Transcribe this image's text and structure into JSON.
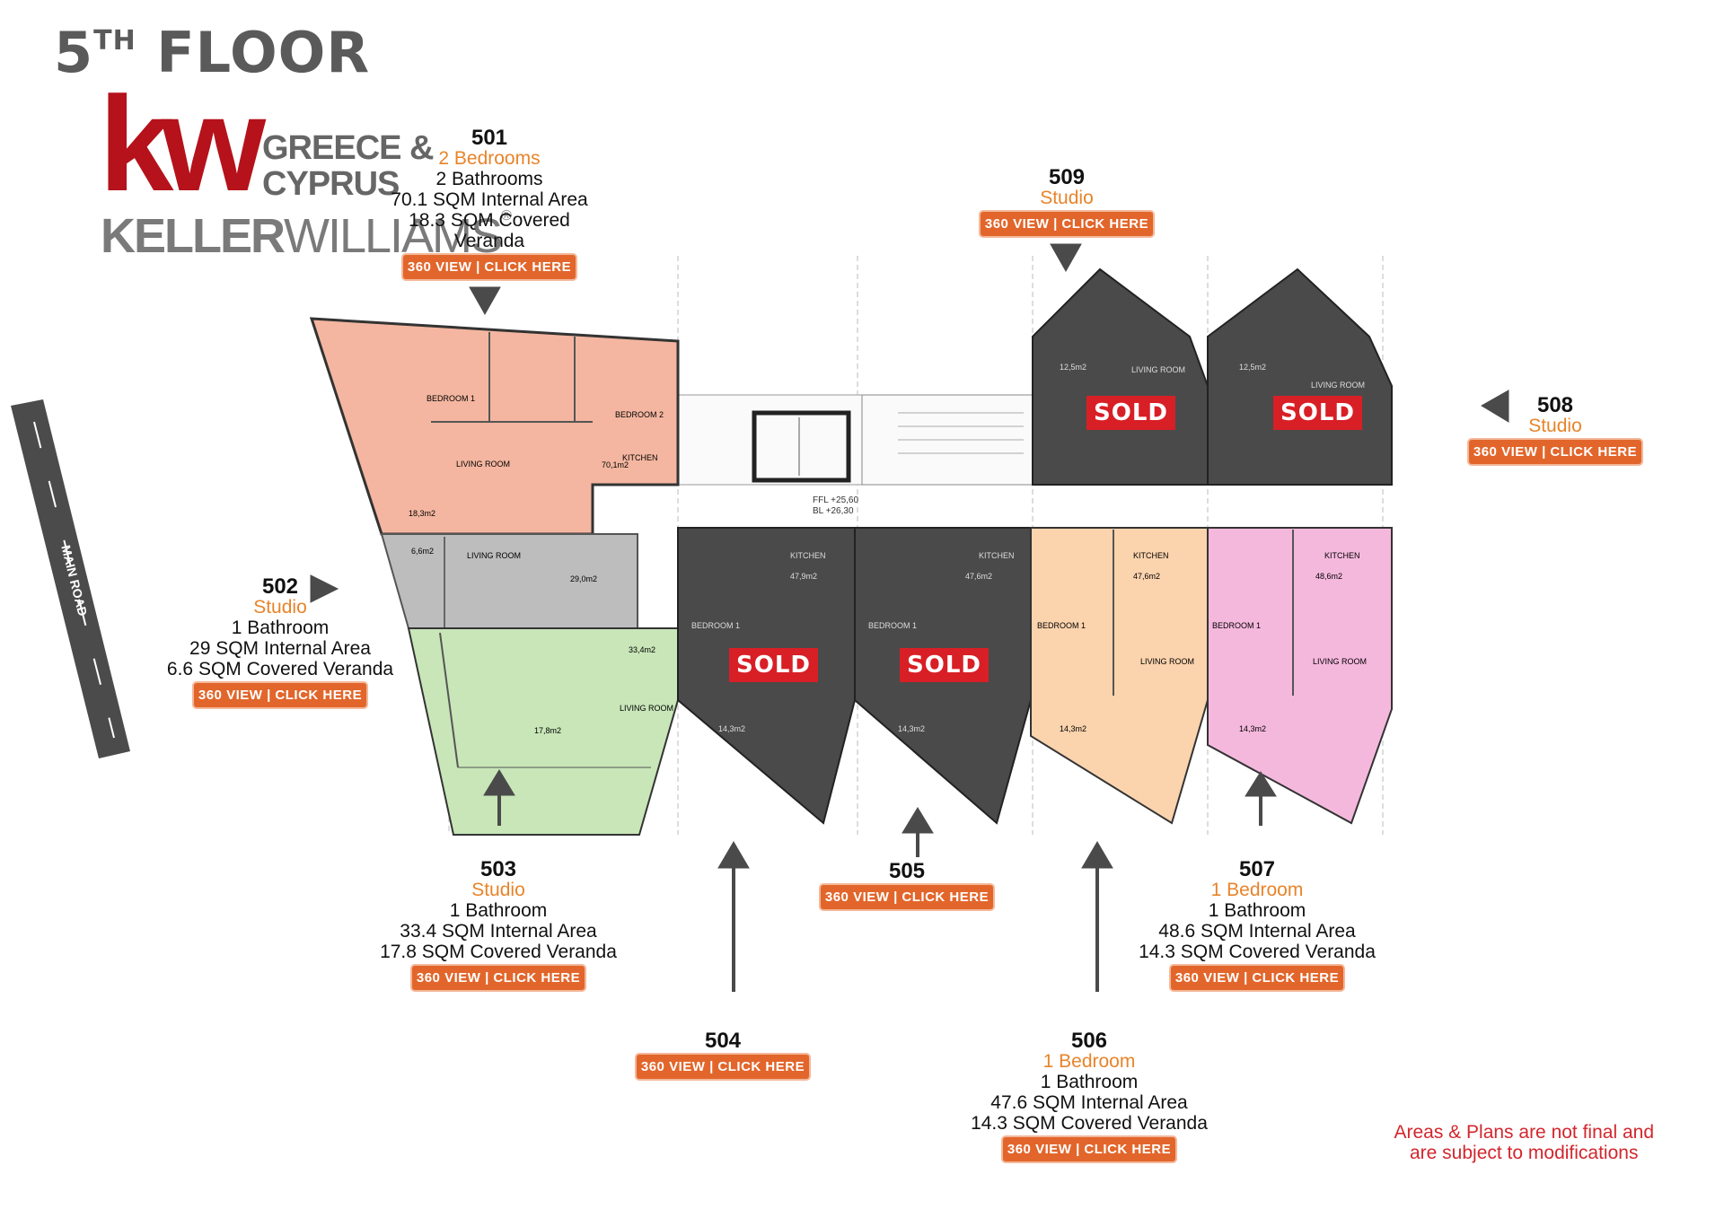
{
  "title": {
    "main": "5",
    "sup": "TH",
    "rest": " FLOOR"
  },
  "logo": {
    "mark": "kw",
    "region_line1": "GREECE &",
    "region_line2": "CYPRUS",
    "brand_bold": "KELLER",
    "brand_light": "WILLIAMS",
    "brand_mark": "®"
  },
  "street": "MAIN ROAD",
  "view_button": "360 VIEW | CLICK HERE",
  "sold_label": "SOLD",
  "units": {
    "u501": {
      "number": "501",
      "type": "2 Bedrooms",
      "lines": [
        "2 Bathrooms",
        "70.1 SQM Internal Area",
        "18.3 SQM Covered Veranda"
      ]
    },
    "u502": {
      "number": "502",
      "type": "Studio",
      "lines": [
        "1 Bathroom",
        "29 SQM Internal Area",
        "6.6 SQM Covered Veranda"
      ]
    },
    "u503": {
      "number": "503",
      "type": "Studio",
      "lines": [
        "1 Bathroom",
        "33.4 SQM Internal Area",
        "17.8 SQM Covered Veranda"
      ]
    },
    "u504": {
      "number": "504"
    },
    "u505": {
      "number": "505"
    },
    "u506": {
      "number": "506",
      "type": "1 Bedroom",
      "lines": [
        "1 Bathroom",
        "47.6 SQM Internal Area",
        "14.3 SQM Covered Veranda"
      ]
    },
    "u507": {
      "number": "507",
      "type": "1 Bedroom",
      "lines": [
        "1 Bathroom",
        "48.6 SQM Internal Area",
        "14.3 SQM Covered Veranda"
      ]
    },
    "u508": {
      "number": "508",
      "type": "Studio"
    },
    "u509": {
      "number": "509",
      "type": "Studio"
    }
  },
  "plan_labels": {
    "bedroom1": "BEDROOM 1",
    "bedroom2": "BEDROOM 2",
    "living": "LIVING ROOM",
    "kitchen": "KITCHEN",
    "a501": "70,1m2",
    "v501": "18,3m2",
    "a502": "29,0m2",
    "v502": "6,6m2",
    "a503": "33,4m2",
    "v503": "17,8m2",
    "a504": "47,9m2",
    "a505": "47,6m2",
    "a506": "47,6m2",
    "a507": "48,6m2",
    "v_low": "14,3m2",
    "v_top": "12,5m2",
    "ffl": "FFL +25,60",
    "bl": "BL +26,30"
  },
  "disclaimer": [
    "Areas & Plans are not final and",
    "are subject to modifications"
  ],
  "colors": {
    "unit501": "#f4b6a0",
    "unit502": "#bdbdbd",
    "unit503": "#c8e6b8",
    "sold": "#4a4a4a",
    "unit506": "#fbd3ad",
    "unit507": "#f5b8dd",
    "accent": "#e2662b",
    "soldBadge": "#d81f26"
  }
}
